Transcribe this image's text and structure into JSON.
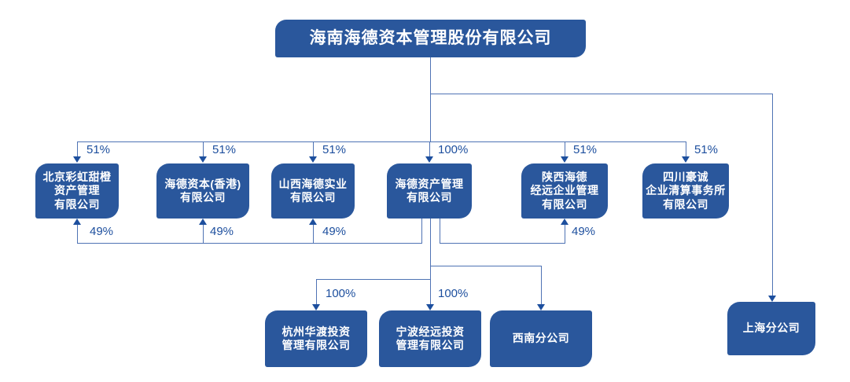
{
  "diagram_type": "org-chart",
  "colors": {
    "node_fill": "#2a579c",
    "node_text": "#ffffff",
    "connector_line": "#4f73b4",
    "arrowhead": "#1d4f9e",
    "label_text": "#1d4f9e",
    "background": "#ffffff"
  },
  "nodes": {
    "root": {
      "name": "海南海德资本管理股份有限公司",
      "lines": [
        "海南海德资本管理股份有限公司"
      ]
    },
    "beijing": {
      "name": "北京彩虹甜橙资产管理有限公司",
      "lines": [
        "北京彩虹甜橙",
        "资产管理",
        "有限公司"
      ]
    },
    "hongkong": {
      "name": "海德资本(香港)有限公司",
      "lines": [
        "海德资本(香港)",
        "有限公司"
      ]
    },
    "shanxi": {
      "name": "山西海德实业有限公司",
      "lines": [
        "山西海德实业",
        "有限公司"
      ]
    },
    "haide_asset": {
      "name": "海德资产管理有限公司",
      "lines": [
        "海德资产管理",
        "有限公司"
      ]
    },
    "shaanxi": {
      "name": "陕西海德经远企业管理有限公司",
      "lines": [
        "陕西海德",
        "经远企业管理",
        "有限公司"
      ]
    },
    "sichuan": {
      "name": "四川豪诚企业清算事务所有限公司",
      "lines": [
        "四川豪诚",
        "企业清算事务所",
        "有限公司"
      ]
    },
    "hangzhou": {
      "name": "杭州华渡投资管理有限公司",
      "lines": [
        "杭州华渡投资",
        "管理有限公司"
      ]
    },
    "ningbo": {
      "name": "宁波经远投资管理有限公司",
      "lines": [
        "宁波经远投资",
        "管理有限公司"
      ]
    },
    "xinan": {
      "name": "西南分公司",
      "lines": [
        "西南分公司"
      ]
    },
    "shanghai": {
      "name": "上海分公司",
      "lines": [
        "上海分公司"
      ]
    }
  },
  "edges": [
    {
      "from": "root",
      "to": "beijing",
      "label": "51%"
    },
    {
      "from": "root",
      "to": "hongkong",
      "label": "51%"
    },
    {
      "from": "root",
      "to": "shanxi",
      "label": "51%"
    },
    {
      "from": "root",
      "to": "haide_asset",
      "label": "100%"
    },
    {
      "from": "root",
      "to": "shaanxi",
      "label": "51%"
    },
    {
      "from": "root",
      "to": "sichuan",
      "label": "51%"
    },
    {
      "from": "root",
      "to": "shanghai",
      "label": ""
    },
    {
      "from": "haide_asset",
      "to": "beijing",
      "label": "49%"
    },
    {
      "from": "haide_asset",
      "to": "hongkong",
      "label": "49%"
    },
    {
      "from": "haide_asset",
      "to": "shanxi",
      "label": "49%"
    },
    {
      "from": "haide_asset",
      "to": "shaanxi",
      "label": "49%"
    },
    {
      "from": "haide_asset",
      "to": "hangzhou",
      "label": "100%"
    },
    {
      "from": "haide_asset",
      "to": "ningbo",
      "label": "100%"
    },
    {
      "from": "haide_asset",
      "to": "xinan",
      "label": ""
    }
  ]
}
